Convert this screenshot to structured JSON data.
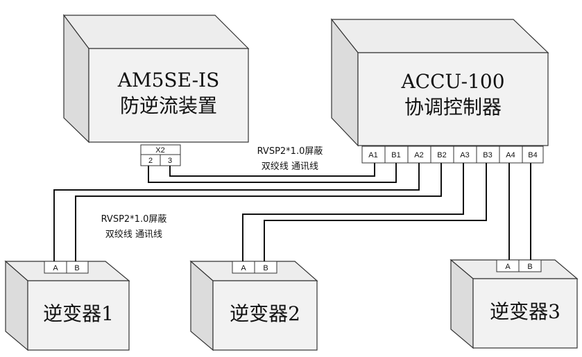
{
  "am5se": {
    "model": "AM5SE-IS",
    "name": "防逆流装置",
    "header": "X2",
    "terminals": [
      "2",
      "3"
    ]
  },
  "accu": {
    "model": "ACCU-100",
    "name": "协调控制器",
    "terminals": [
      "A1",
      "B1",
      "A2",
      "B2",
      "A3",
      "B3",
      "A4",
      "B4"
    ]
  },
  "inverters": [
    {
      "name": "逆变器1",
      "terminals": [
        "A",
        "B"
      ]
    },
    {
      "name": "逆变器2",
      "terminals": [
        "A",
        "B"
      ]
    },
    {
      "name": "逆变器3",
      "terminals": [
        "A",
        "B"
      ]
    }
  ],
  "cable_labels": [
    {
      "line1": "RVSP2*1.0屏蔽",
      "line2": "双绞线 通讯线"
    },
    {
      "line1": "RVSP2*1.0屏蔽",
      "line2": "双绞线 通讯线"
    }
  ]
}
